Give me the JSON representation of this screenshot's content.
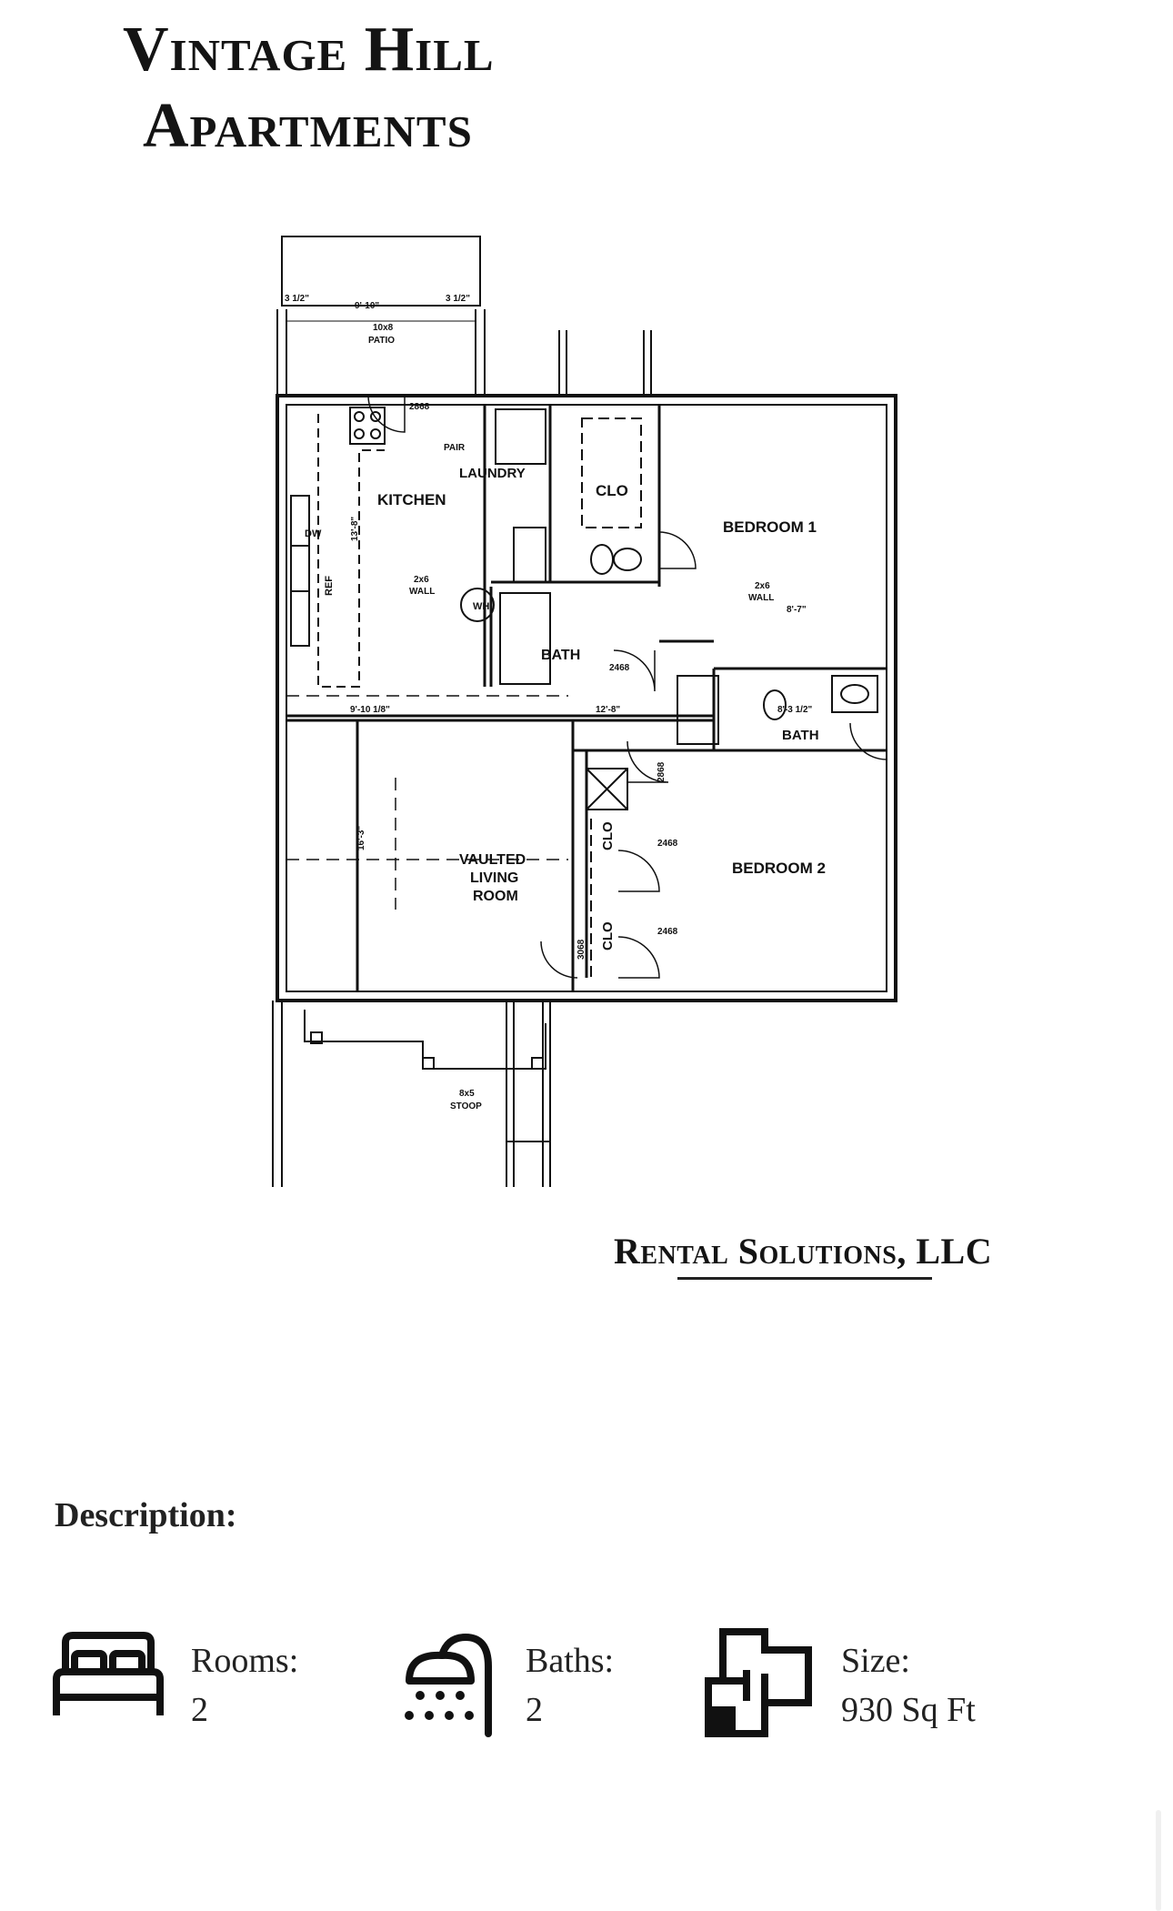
{
  "header": {
    "line1": "Vintage Hill",
    "line2": "Apartments"
  },
  "floorplan": {
    "rooms": {
      "kitchen": "KITCHEN",
      "laundry": "LAUNDRY",
      "clo": "CLO",
      "bedroom1": "BEDROOM 1",
      "bath1": "BATH",
      "bath2": "BATH",
      "living1": "VAULTED",
      "living2": "LIVING",
      "living3": "ROOM",
      "bedroom2": "BEDROOM 2",
      "clo2": "CLO",
      "clo3": "CLO"
    },
    "labels": {
      "patio1": "10x8",
      "patio2": "PATIO",
      "stoop1": "8x5",
      "stoop2": "STOOP",
      "pair": "PAIR",
      "dim_top_left": "3 1/2\"",
      "dim_top_mid": "9'-10\"",
      "dim_top_right": "3 1/2\"",
      "dim_kitchen_h": "13'-8\"",
      "dim_wall1": "2x6",
      "dim_wall1b": "WALL",
      "dim_wall2": "2x6",
      "dim_wall2b": "WALL",
      "dim_bed1": "8'-7\"",
      "dim_mid_left": "9'-10 1/8\"",
      "dim_mid_right": "12'-8\"",
      "dim_living_h": "16'-3\"",
      "dim_bath2": "8'-3 1/2\"",
      "door1": "2868",
      "door2": "2468",
      "door3": "2468",
      "door4": "2468",
      "door5": "2868",
      "door6": "3068",
      "ref": "REF",
      "dw": "DW",
      "wh": "WH"
    }
  },
  "brand": "Rental Solutions, LLC",
  "description_heading": "Description:",
  "features": [
    {
      "icon": "bed-icon",
      "label": "Rooms:",
      "value": "2"
    },
    {
      "icon": "shower-icon",
      "label": "Baths:",
      "value": "2"
    },
    {
      "icon": "floorplan-icon",
      "label": "Size:",
      "value": "930 Sq Ft"
    }
  ]
}
